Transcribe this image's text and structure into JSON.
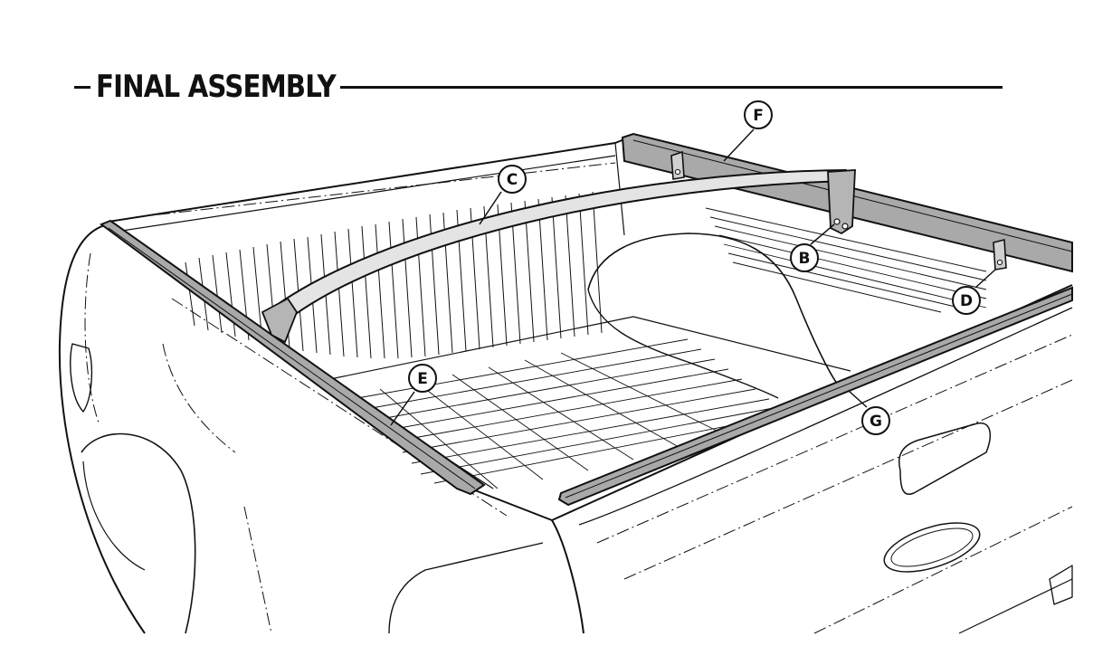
{
  "header": {
    "title": "FINAL ASSEMBLY"
  },
  "callouts": [
    {
      "key": "F",
      "label": "F",
      "part": "rail-cover"
    },
    {
      "key": "C",
      "label": "C",
      "part": "bow"
    },
    {
      "key": "B",
      "label": "B",
      "part": "bow-bracket"
    },
    {
      "key": "D",
      "label": "D",
      "part": "clamp"
    },
    {
      "key": "E",
      "label": "E",
      "part": "left-side-rail"
    },
    {
      "key": "G",
      "label": "G",
      "part": "right-side-rail"
    }
  ],
  "colors": {
    "line": "#111111",
    "rail_fill": "#a9a9a9",
    "bow_fill": "#e4e4e4",
    "paper": "#ffffff"
  }
}
